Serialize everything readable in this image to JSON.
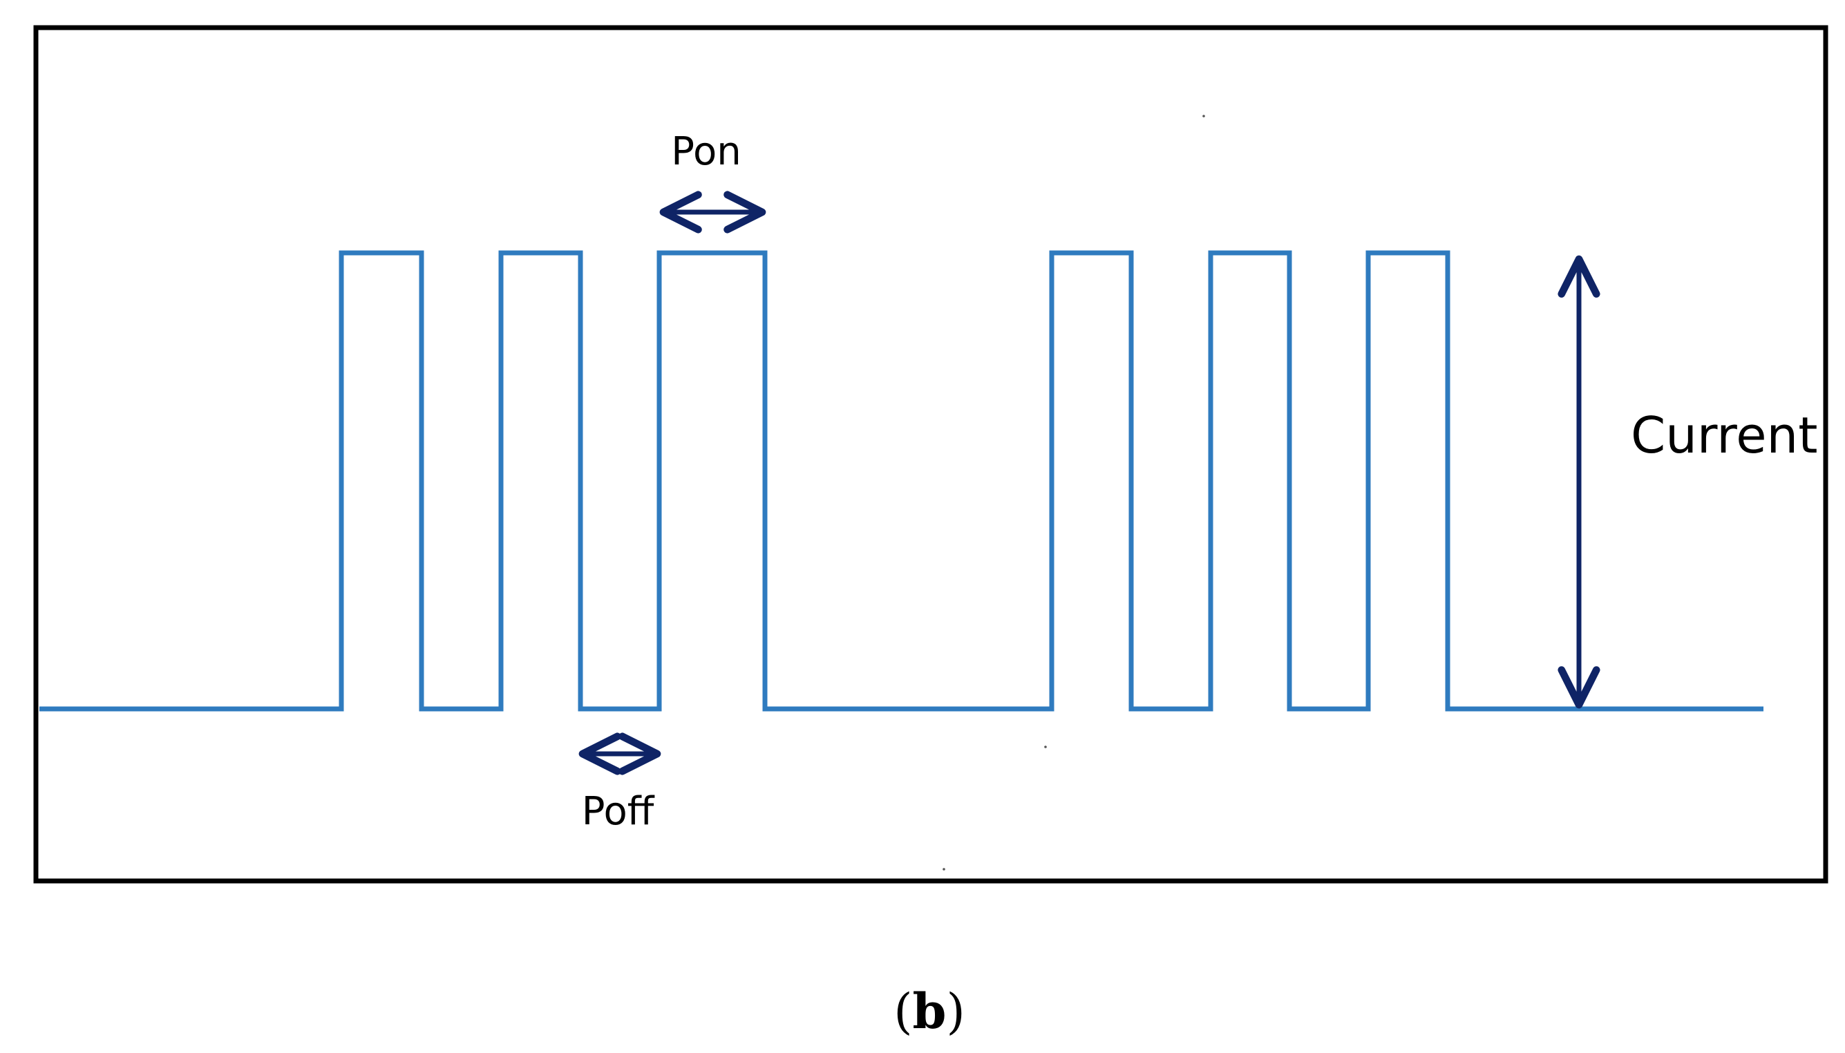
{
  "labels": {
    "pon": "Pon",
    "poff": "Poff",
    "current": "Current"
  },
  "caption": {
    "open": "(",
    "letter": "b",
    "close": ")"
  },
  "colors": {
    "waveform": "#2f7bbf",
    "arrow": "#0f2466",
    "frame": "#000000",
    "text": "#000000"
  },
  "waveform": {
    "baseline_level": 0,
    "high_level": 1,
    "bursts": [
      {
        "pulse_count": 3
      },
      {
        "pulse_count": 3
      }
    ]
  }
}
